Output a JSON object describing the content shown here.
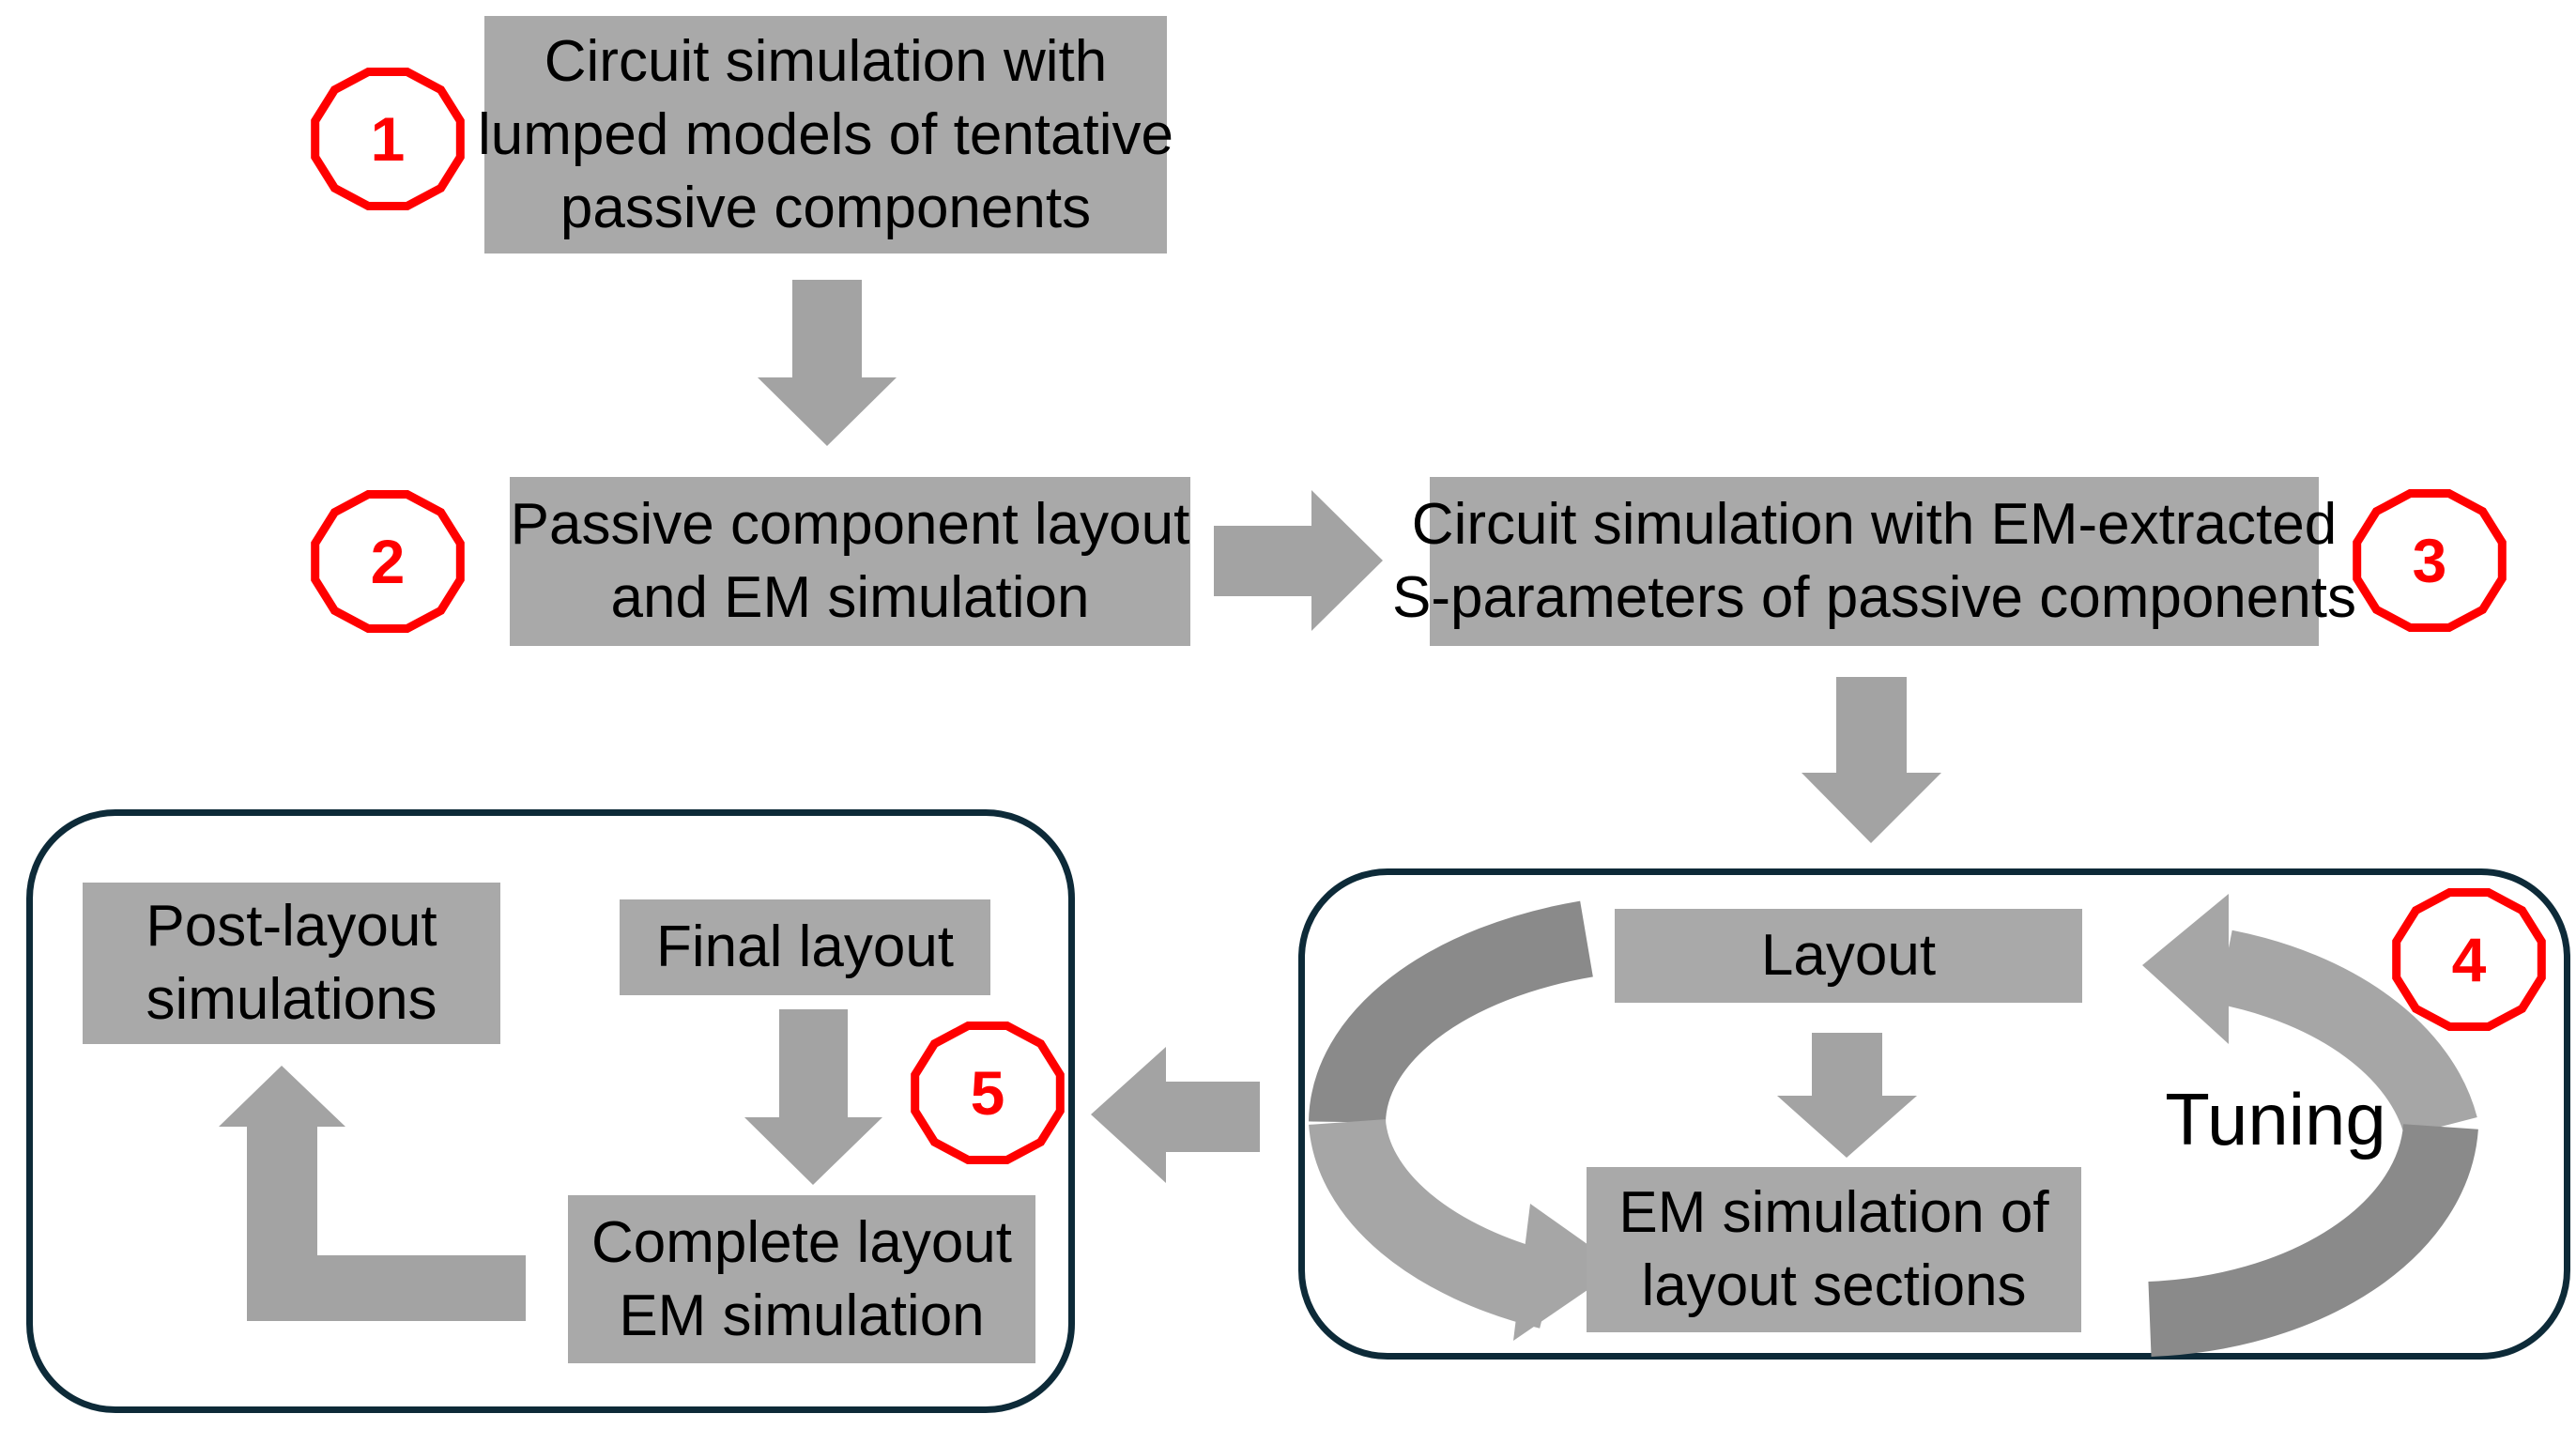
{
  "diagram": {
    "steps": [
      {
        "badge": "1",
        "label": "Circuit simulation with\nlumped models of tentative\npassive components"
      },
      {
        "badge": "2",
        "label": "Passive component layout\nand EM simulation"
      },
      {
        "badge": "3",
        "label": "Circuit simulation with EM-extracted\nS-parameters of passive components"
      },
      {
        "badge": "4",
        "layout_label": "Layout",
        "em_label": "EM simulation of\nlayout sections",
        "loop_label": "Tuning"
      },
      {
        "badge": "5",
        "final_label": "Final layout",
        "complete_label": "Complete layout\nEM simulation",
        "post_label": "Post-layout\nsimulations"
      }
    ],
    "colors": {
      "box_gray": "#a9a9a9",
      "arrow_gray": "#a3a3a3",
      "loop_light": "#a6a6a6",
      "loop_dark": "#8a8a8a",
      "container_border": "#0d2a38",
      "badge_red": "#ff0000",
      "text_black": "#000000",
      "background": "#ffffff"
    }
  }
}
